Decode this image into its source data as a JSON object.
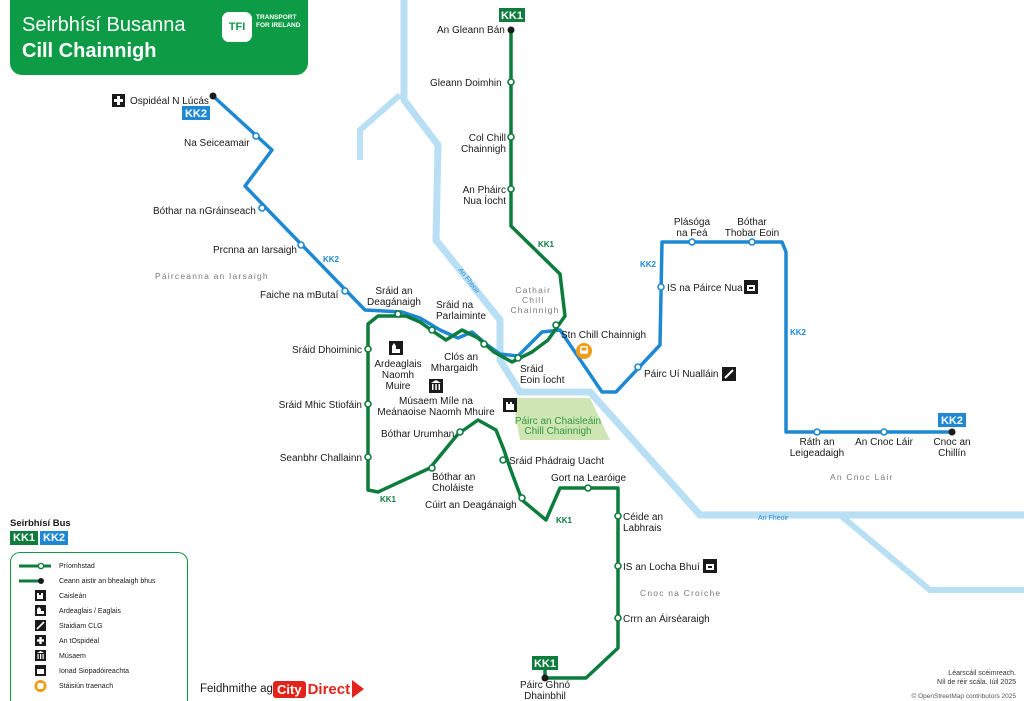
{
  "header": {
    "title_line1": "Seirbhísí Busanna",
    "title_line2": "Cill Chainnigh",
    "logo_mark": "TFI",
    "logo_text": "TRANSPORT FOR IRELAND"
  },
  "colors": {
    "kk1": "#0d7c3d",
    "kk2": "#1e88d2",
    "river": "#b9dff5",
    "park": "#cfe5b4",
    "brand_green": "#0d9b45",
    "city_red": "#e2231a"
  },
  "routes": {
    "kk1": "KK1",
    "kk2": "KK2"
  },
  "stops_kk1": [
    "An Gleann Bán",
    "Gleann Doimhin",
    "Col Chill Chainnigh",
    "An Pháirc Nua Íocht",
    "Stn Chill Chainnigh",
    "Sráid Eoin Íocht",
    "Clós an Mhargaidh",
    "Sráid na Parlaiminte",
    "Sráid an Deagánaigh",
    "Sráid Dhoiminic",
    "Sráid Mhic Stiofáin",
    "Seanbhr Challainn",
    "Bóthar an Choláiste",
    "Bóthar Urumhan",
    "Sráid Phádraig Uacht",
    "Cúirt an Deagánaigh",
    "Gort na Learóige",
    "Céide an Labhrais",
    "IS an Locha Bhuí",
    "Crrn an Áirséaraigh",
    "Páirc Ghnó Dhainbhil"
  ],
  "stops_kk2": [
    "Ospidéal N Lúcás",
    "Na Seiceamair",
    "Bóthar na nGráinseach",
    "Prcnna an Iarsaigh",
    "Faiche na mButaí",
    "Páirc Uí Nualláin",
    "IS na Páirce Nua",
    "Plásóga na Feá",
    "Bóthar Thobar Eoin",
    "Ráth an Leigeadaigh",
    "An Cnoc Láir",
    "Cnoc an Chillín"
  ],
  "places": {
    "ardeaglais": "Ardeaglais Naomh Muire",
    "musaem": "Músaem Míle na Meánaoise Naomh Mhuire",
    "park": "Páirc an Chaisleáin Chill Chainnigh"
  },
  "areas": {
    "pairceanna": "Páirceanna an Iarsaigh",
    "cathair": "Cathair Chill Chainnigh",
    "cnoc_croiche": "Cnoc na Croiche",
    "cnoc_lair": "An Cnoc Láir"
  },
  "river": {
    "name": "An Fheoir"
  },
  "legend": {
    "title": "Seirbhísí Bus",
    "items": [
      "Príomhstad",
      "Ceann aistir an bhealaigh bhus",
      "Caisleán",
      "Ardeaglais / Eaglais",
      "Staidiam CLG",
      "An tOspidéal",
      "Músaem",
      "Ionad Siopadóireachta",
      "Stáisiún traenach"
    ]
  },
  "footer": {
    "operated": "Feidhmithe ag",
    "city": "City",
    "direct": "Direct",
    "note1": "Léarscáil scéimreach.",
    "note2": "Níl de réir scála. Iúil 2025",
    "osm": "© OpenStreetMap contributors 2025"
  }
}
